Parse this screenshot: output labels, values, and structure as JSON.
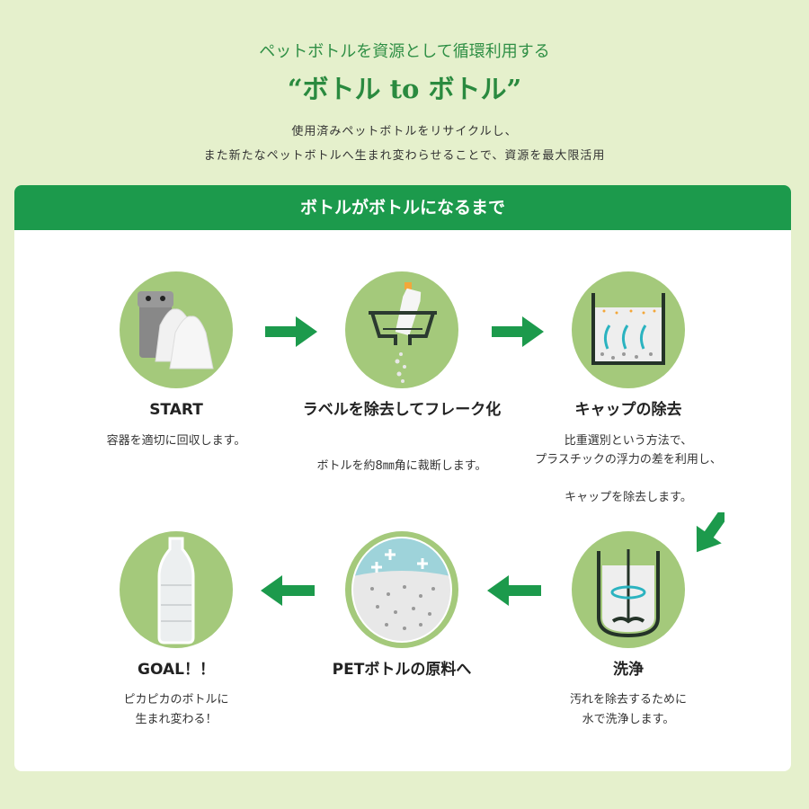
{
  "header": {
    "subtitle": "ペットボトルを資源として循環利用する",
    "title": "“ボトル to ボトル”",
    "intro": [
      "使用済みペットボトルをリサイクルし、",
      "また新たなペットボトルへ生まれ変わらせることで、資源を最大限活用"
    ]
  },
  "card": {
    "heading": "ボトルがボトルになるまで"
  },
  "steps": [
    {
      "title": "START",
      "desc": [
        "容器を適切に回収します。"
      ],
      "icon": "collection-bin-bags-icon"
    },
    {
      "title": "ラベルを除去してフレーク化",
      "desc": [
        "ボトルを約8㎜角に裁断します。"
      ],
      "icon": "crusher-icon"
    },
    {
      "title": "キャップの除去",
      "desc": [
        "比重選別という方法で、",
        "プラスチックの浮力の差を利用し、",
        "キャップを除去します。"
      ],
      "icon": "flotation-tank-icon"
    },
    {
      "title": "洗浄",
      "desc": [
        "汚れを除去するために",
        "水で洗浄します。"
      ],
      "icon": "washing-tank-icon"
    },
    {
      "title": "PETボトルの原料へ",
      "desc": [],
      "icon": "pet-pellets-icon"
    },
    {
      "title": "GOAL！！",
      "desc": [
        "ピカピカのボトルに",
        "生まれ変わる！"
      ],
      "icon": "pet-bottle-icon"
    }
  ],
  "colors": {
    "background": "#e5f0cc",
    "accent": "#1c9a4c",
    "circle": "#a4c97b"
  }
}
